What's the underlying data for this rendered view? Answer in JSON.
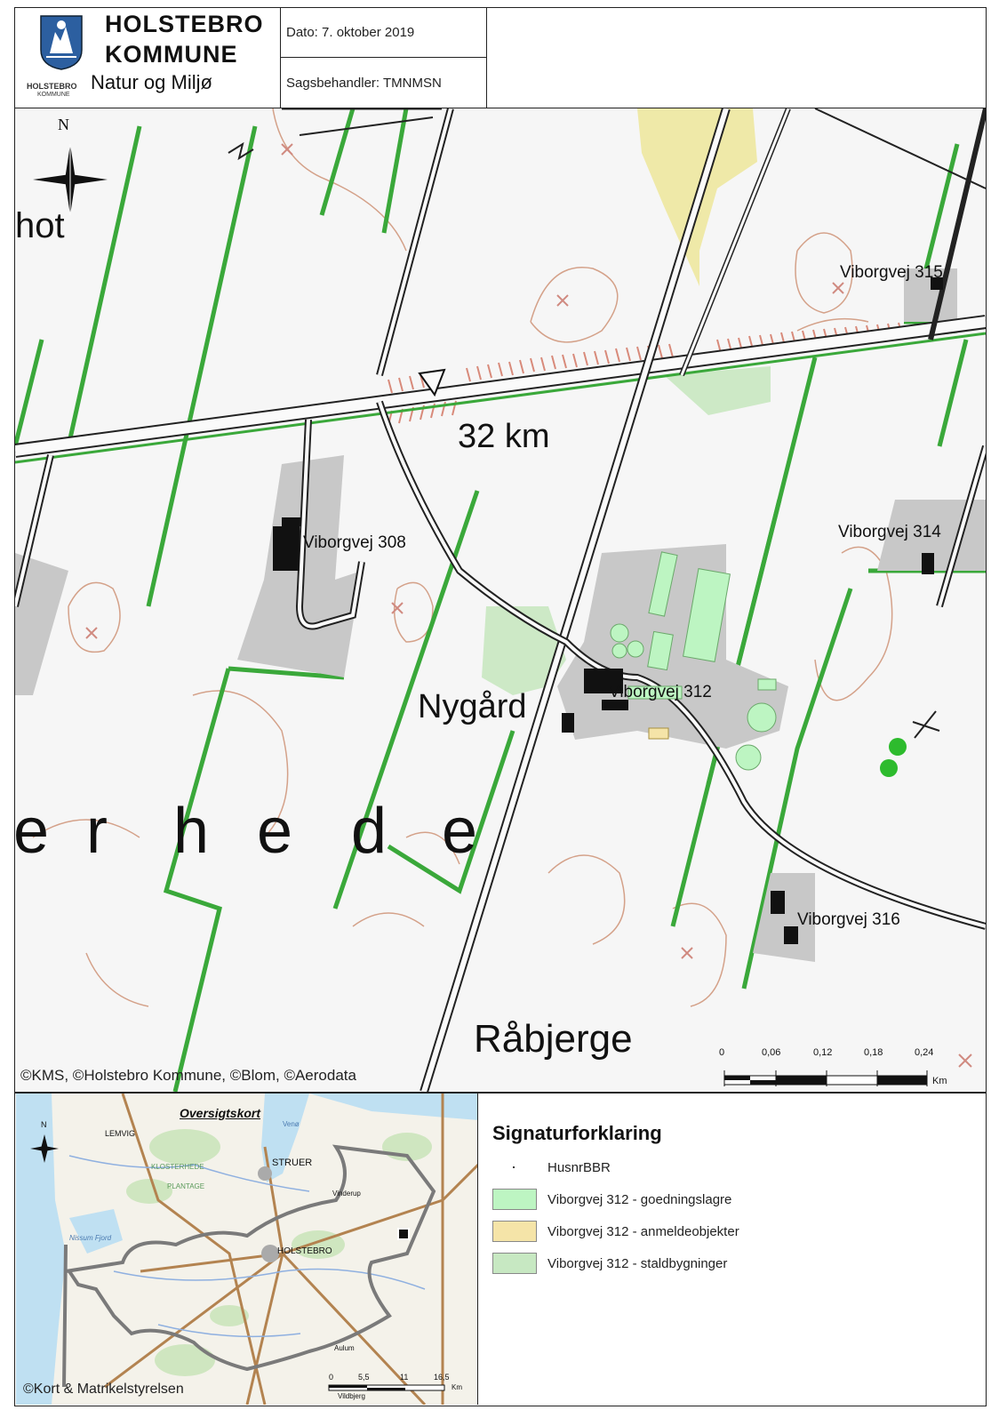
{
  "header": {
    "org_line1": "HOLSTEBRO",
    "org_line2": "KOMMUNE",
    "department": "Natur og Miljø",
    "logo_small_text": "HOLSTEBRO",
    "logo_small_sub": "KOMMUNE",
    "date_text": "Dato: 7. oktober 2019",
    "caseworker_text": "Sagsbehandler: TMNMSN"
  },
  "map": {
    "north_label": "N",
    "place_labels": {
      "partial_top_left": "hot",
      "distance_marker": "32 km",
      "farm_name": "Nygård",
      "area_name_letters": [
        "e",
        "r",
        "h",
        "e",
        "d",
        "e"
      ],
      "locality": "Råbjerge"
    },
    "address_labels": {
      "v315": "Viborgvej 315",
      "v308": "Viborgvej 308",
      "v314": "Viborgvej 314",
      "v312": "Viborgvej 312",
      "v316": "Viborgvej 316"
    },
    "scale_bar": {
      "ticks": [
        "0",
        "0,06",
        "0,12",
        "0,18",
        "0,24"
      ],
      "unit": "Km"
    },
    "copyright": "©KMS, ©Holstebro Kommune, ©Blom, ©Aerodata",
    "colors": {
      "background": "#f5f5f5",
      "hedge_green": "#3aa83a",
      "contour": "#d7a088",
      "road_outline": "#222222",
      "settlement_gray": "#c8c8c8",
      "building_black": "#111111",
      "light_green_area": "#c7e8c2",
      "highlight_green": "#bdf5c2",
      "highlight_yellow": "#f5e4a8"
    }
  },
  "overview": {
    "title": "Oversigtskort",
    "places": [
      "LEMVIG",
      "STRUER",
      "HOLSTEBRO",
      "KLOSTERHEDE",
      "PLANTAGE",
      "Vinderup",
      "Aulum",
      "Vildbjerg",
      "Venø",
      "Nissum Fjord"
    ],
    "scale_ticks": [
      "0",
      "5,5",
      "11",
      "16,5"
    ],
    "scale_unit": "Km",
    "copyright": "©Kort & Matrikelstyrelsen",
    "north_label": "N"
  },
  "legend": {
    "title": "Signaturforklaring",
    "items": [
      {
        "label": "HusnrBBR",
        "swatch": "dot"
      },
      {
        "label": "Viborgvej 312 - goedningslagre",
        "color": "#bdf5c2"
      },
      {
        "label": "Viborgvej 312  - anmeldeobjekter",
        "color": "#f5e4a8"
      },
      {
        "label": "Viborgvej 312 - staldbygninger",
        "color": "#c7e8c2"
      }
    ]
  }
}
